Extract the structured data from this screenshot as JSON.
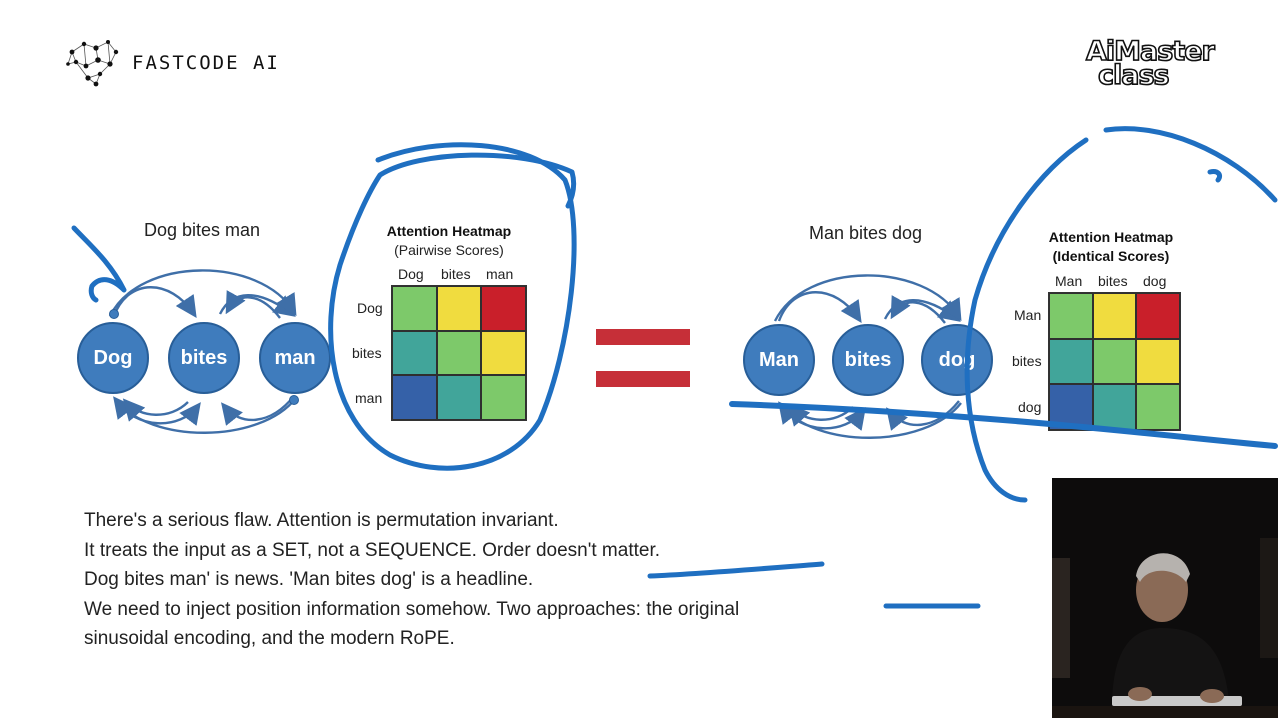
{
  "brand": {
    "name": "FASTCODE AI",
    "icon": "network-logo-icon",
    "masterclass": [
      "AiMaster",
      "class"
    ]
  },
  "left_diagram": {
    "caption": "Dog bites man",
    "nodes": [
      "Dog",
      "bites",
      "man"
    ],
    "heatmap": {
      "title": "Attention Heatmap",
      "subtitle": "(Pairwise Scores)",
      "cols": [
        "Dog",
        "bites",
        "man"
      ],
      "rows": [
        "Dog",
        "bites",
        "man"
      ],
      "cells": [
        [
          "#7dc96a",
          "#f0dc3f",
          "#c91f2a"
        ],
        [
          "#41a59a",
          "#7dc96a",
          "#f0dc3f"
        ],
        [
          "#3561a8",
          "#41a59a",
          "#7dc96a"
        ]
      ]
    }
  },
  "equals_color": "#c62f38",
  "right_diagram": {
    "caption": "Man bites dog",
    "nodes": [
      "Man",
      "bites",
      "dog"
    ],
    "heatmap": {
      "title": "Attention Heatmap",
      "subtitle": "(Identical Scores)",
      "cols": [
        "Man",
        "bites",
        "dog"
      ],
      "rows": [
        "Man",
        "bites",
        "dog"
      ],
      "cells": [
        [
          "#7dc96a",
          "#f0dc3f",
          "#c91f2a"
        ],
        [
          "#41a59a",
          "#7dc96a",
          "#f0dc3f"
        ],
        [
          "#3561a8",
          "#41a59a",
          "#7dc96a"
        ]
      ]
    }
  },
  "narration": [
    "There's a serious flaw. Attention is permutation invariant.",
    "It treats the input as a SET, not a SEQUENCE. Order doesn't matter.",
    "Dog bites man' is news. 'Man bites dog' is a headline.",
    "We need to inject position information somehow. Two approaches: the original",
    "sinusoidal encoding, and the modern RoPE."
  ],
  "annotation_color": "#1f6fc1",
  "node_color": "#3f7cbd"
}
